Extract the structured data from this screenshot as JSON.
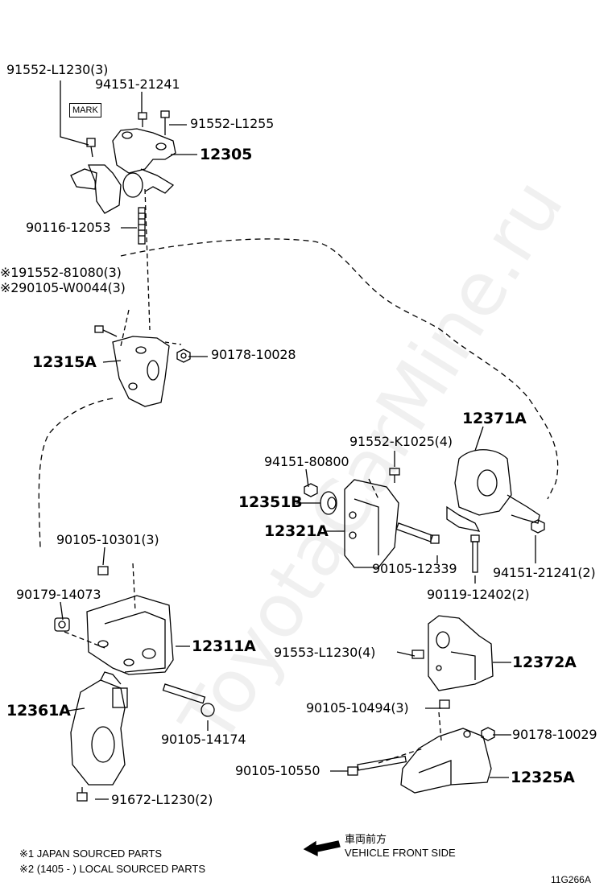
{
  "watermark": "ToyotaCarMine.ru",
  "mark_label": "MARK",
  "parts": {
    "p91552_L1230": "91552-L1230(3)",
    "p94151_21241_top": "94151-21241",
    "p91552_L1255": "91552-L1255",
    "p12305": "12305",
    "p90116_12053": "90116-12053",
    "p91552_81080": "※191552-81080(3)",
    "p90105_W0044": "※290105-W0044(3)",
    "p12315A": "12315A",
    "p90178_10028": "90178-10028",
    "p12371A": "12371A",
    "p91552_K1025": "91552-K1025(4)",
    "p94151_80800": "94151-80800",
    "p12351B": "12351B",
    "p12321A": "12321A",
    "p90105_12339": "90105-12339",
    "p94151_21241_2": "94151-21241(2)",
    "p90119_12402": "90119-12402(2)",
    "p90105_10301": "90105-10301(3)",
    "p90179_14073": "90179-14073",
    "p12311A": "12311A",
    "p91553_L1230": "91553-L1230(4)",
    "p12372A": "12372A",
    "p12361A": "12361A",
    "p90105_14174": "90105-14174",
    "p90105_10494": "90105-10494(3)",
    "p90178_10029": "90178-10029",
    "p90105_10550": "90105-10550",
    "p12325A": "12325A",
    "p91672_L1230": "91672-L1230(2)"
  },
  "direction": {
    "jp": "車両前方",
    "en": "VEHICLE FRONT SIDE"
  },
  "notes": {
    "note1": "※1 JAPAN SOURCED PARTS",
    "note2": "※2 (1405 -          ) LOCAL SOURCED PARTS"
  },
  "ref_code": "11G266A"
}
